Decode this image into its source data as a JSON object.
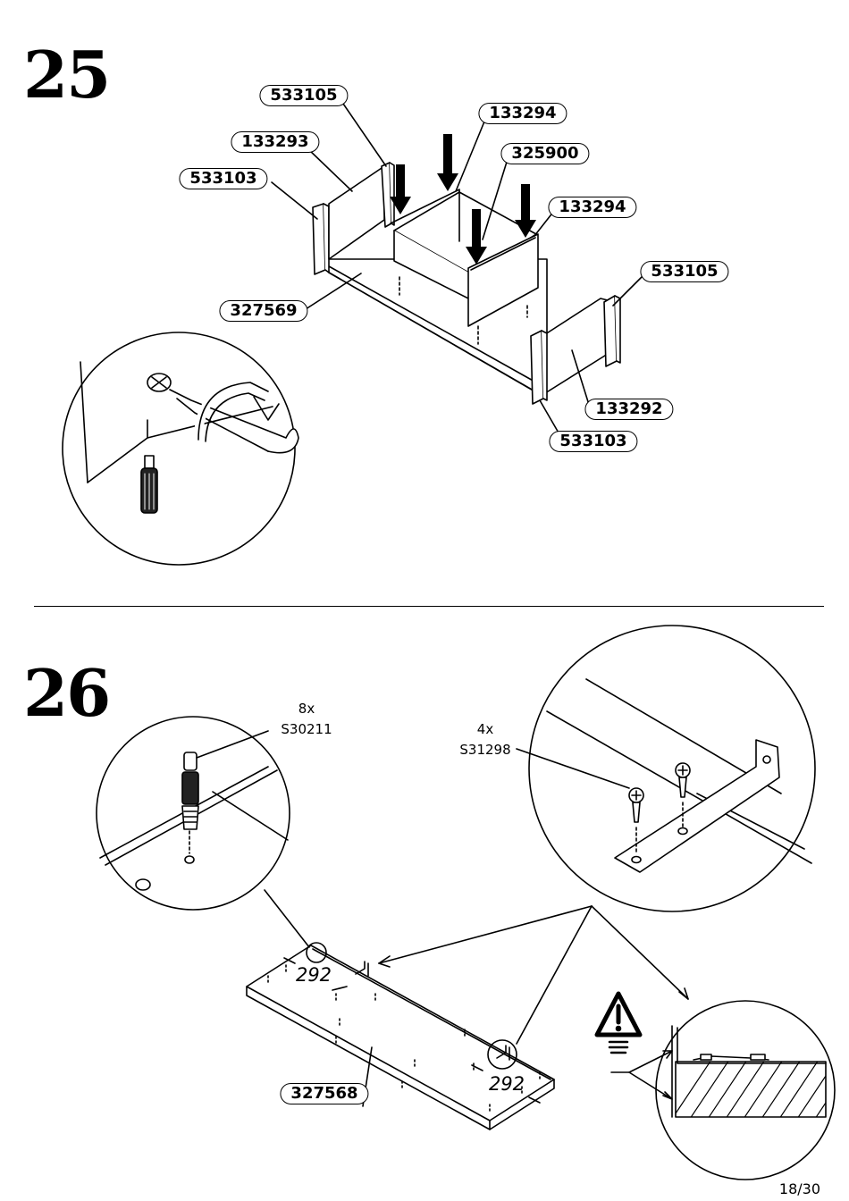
{
  "step25": {
    "number": "25",
    "parts": {
      "p533105_top": "533105",
      "p133294_top": "133294",
      "p133293": "133293",
      "p325900": "325900",
      "p533103_left": "533103",
      "p133294_right": "133294",
      "p533105_right": "533105",
      "p327569": "327569",
      "p133292": "133292",
      "p533103_bottom": "533103"
    }
  },
  "step26": {
    "number": "26",
    "fitting_a": {
      "qty": "8x",
      "code": "S30211"
    },
    "fitting_b": {
      "qty": "4x",
      "code": "S31298"
    },
    "dim_left": "292",
    "dim_right": "292",
    "panel": "327568"
  },
  "page": "18/30"
}
